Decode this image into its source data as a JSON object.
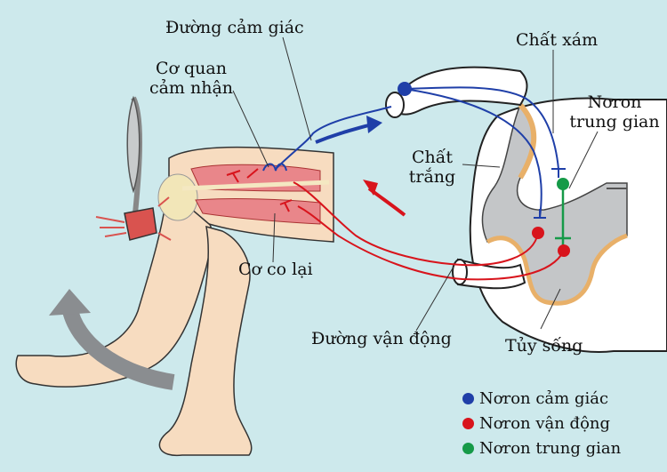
{
  "labels": {
    "sensory_path": "Đường cảm giác",
    "receptor": [
      "Cơ quan",
      "cảm nhận"
    ],
    "grey_matter": "Chất xám",
    "interneuron": [
      "Nơron",
      "trung gian"
    ],
    "white_matter": [
      "Chất",
      "trắng"
    ],
    "muscle": "Cơ co lại",
    "motor_path": "Đường vận động",
    "spinal_cord": "Tủy sống"
  },
  "legend": [
    {
      "label": "Nơron cảm giác",
      "color": "#1f3fa8"
    },
    {
      "label": "Nơron vận động",
      "color": "#d8141c"
    },
    {
      "label": "Nơron trung gian",
      "color": "#169a48"
    }
  ],
  "colors": {
    "background": "#cde9ec",
    "skin": "#f7dcc0",
    "muscle": "#e9868a",
    "grey_matter": "#c4c6c8",
    "horn_edge": "#e8b069",
    "sensory": "#1f3fa8",
    "motor": "#d8141c",
    "inter": "#169a48",
    "motion_arrow": "#8a8d90"
  }
}
